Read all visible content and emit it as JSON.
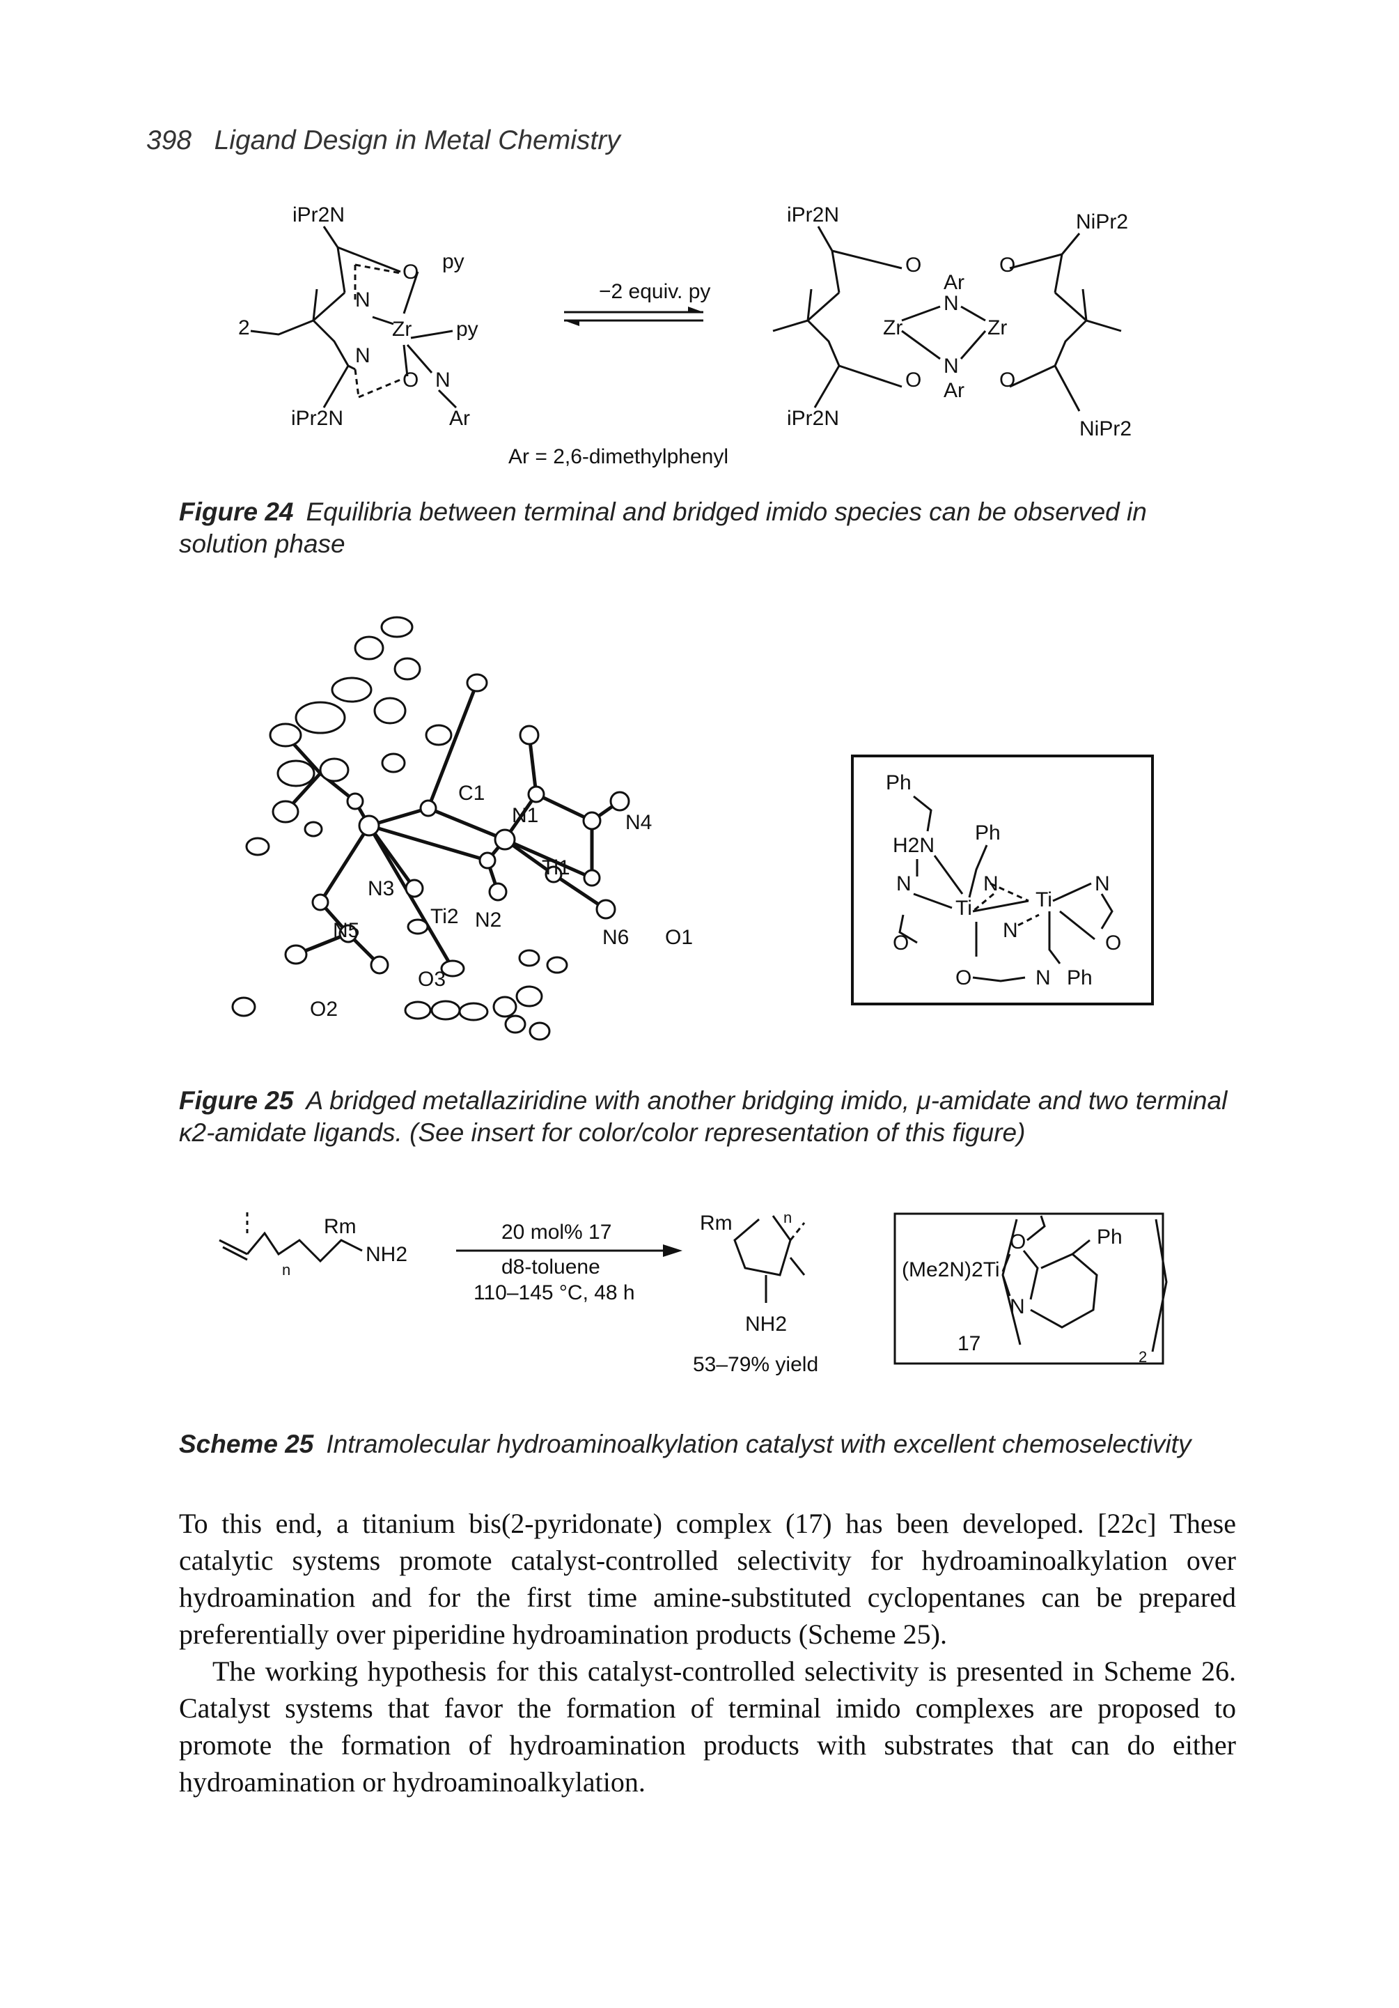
{
  "header": {
    "page_number": "398",
    "running_title": "Ligand Design in Metal Chemistry"
  },
  "figure24": {
    "arrow_label": "−2 equiv. py",
    "note": "Ar = 2,6-dimethylphenyl",
    "left_labels": {
      "top": "iPr2N",
      "bottom": "iPr2N",
      "coef": "2",
      "py1": "py",
      "py2": "py",
      "metal": "Zr",
      "n_imido": "N",
      "ar": "Ar",
      "o": "O",
      "n": "N"
    },
    "right_labels": {
      "tl": "iPr2N",
      "bl": "iPr2N",
      "tr": "NiPr2",
      "br": "NiPr2",
      "metal": "Zr",
      "ar": "Ar",
      "n": "N",
      "o": "O"
    },
    "caption_label": "Figure 24",
    "caption_text": "Equilibria between terminal and bridged imido species can be observed in solution phase"
  },
  "figure25": {
    "atom_labels": [
      "C1",
      "N1",
      "N4",
      "Ti1",
      "N3",
      "Ti2",
      "N2",
      "N5",
      "N6",
      "O1",
      "O3",
      "O2"
    ],
    "insert_labels": {
      "ph1": "Ph",
      "h2n": "H2N",
      "ph2": "Ph",
      "n": "N",
      "ti": "Ti",
      "o": "O",
      "ph3": "Ph"
    },
    "caption_label": "Figure 25",
    "caption_text": "A bridged metallaziridine with another bridging imido, μ-amidate and two terminal κ2-amidate ligands. (See insert for color/color representation of this figure)"
  },
  "scheme25": {
    "reagent": "20 mol% 17",
    "solvent": "d8-toluene",
    "conditions": "110–145 °C, 48 h",
    "yield": "53–79% yield",
    "substrate_labels": {
      "r": "Rm",
      "n": "n",
      "nh2": "NH2"
    },
    "product_labels": {
      "r": "Rm",
      "n": "n",
      "nh2": "NH2"
    },
    "catalyst_labels": {
      "ti": "(Me2N)2Ti",
      "o": "O",
      "n": "N",
      "ph": "Ph",
      "num": "17",
      "sub": "2"
    },
    "caption_label": "Scheme 25",
    "caption_text": "Intramolecular hydroaminoalkylation catalyst with excellent chemoselectivity"
  },
  "body_text": {
    "p1": "To this end, a titanium bis(2-pyridonate) complex (17) has been developed. [22c] These catalytic systems promote catalyst-controlled selectivity for hydroaminoalkylation over hydroamination and for the first time amine-substituted cyclopentanes can be prepared preferentially over piperidine hydroamination products (Scheme 25).",
    "p2": "The working hypothesis for this catalyst-controlled selectivity is presented in Scheme 26. Catalyst systems that favor the formation of terminal imido complexes are proposed to promote the formation of hydroamination products with substrates that can do either hydroamination or hydroaminoalkylation."
  }
}
